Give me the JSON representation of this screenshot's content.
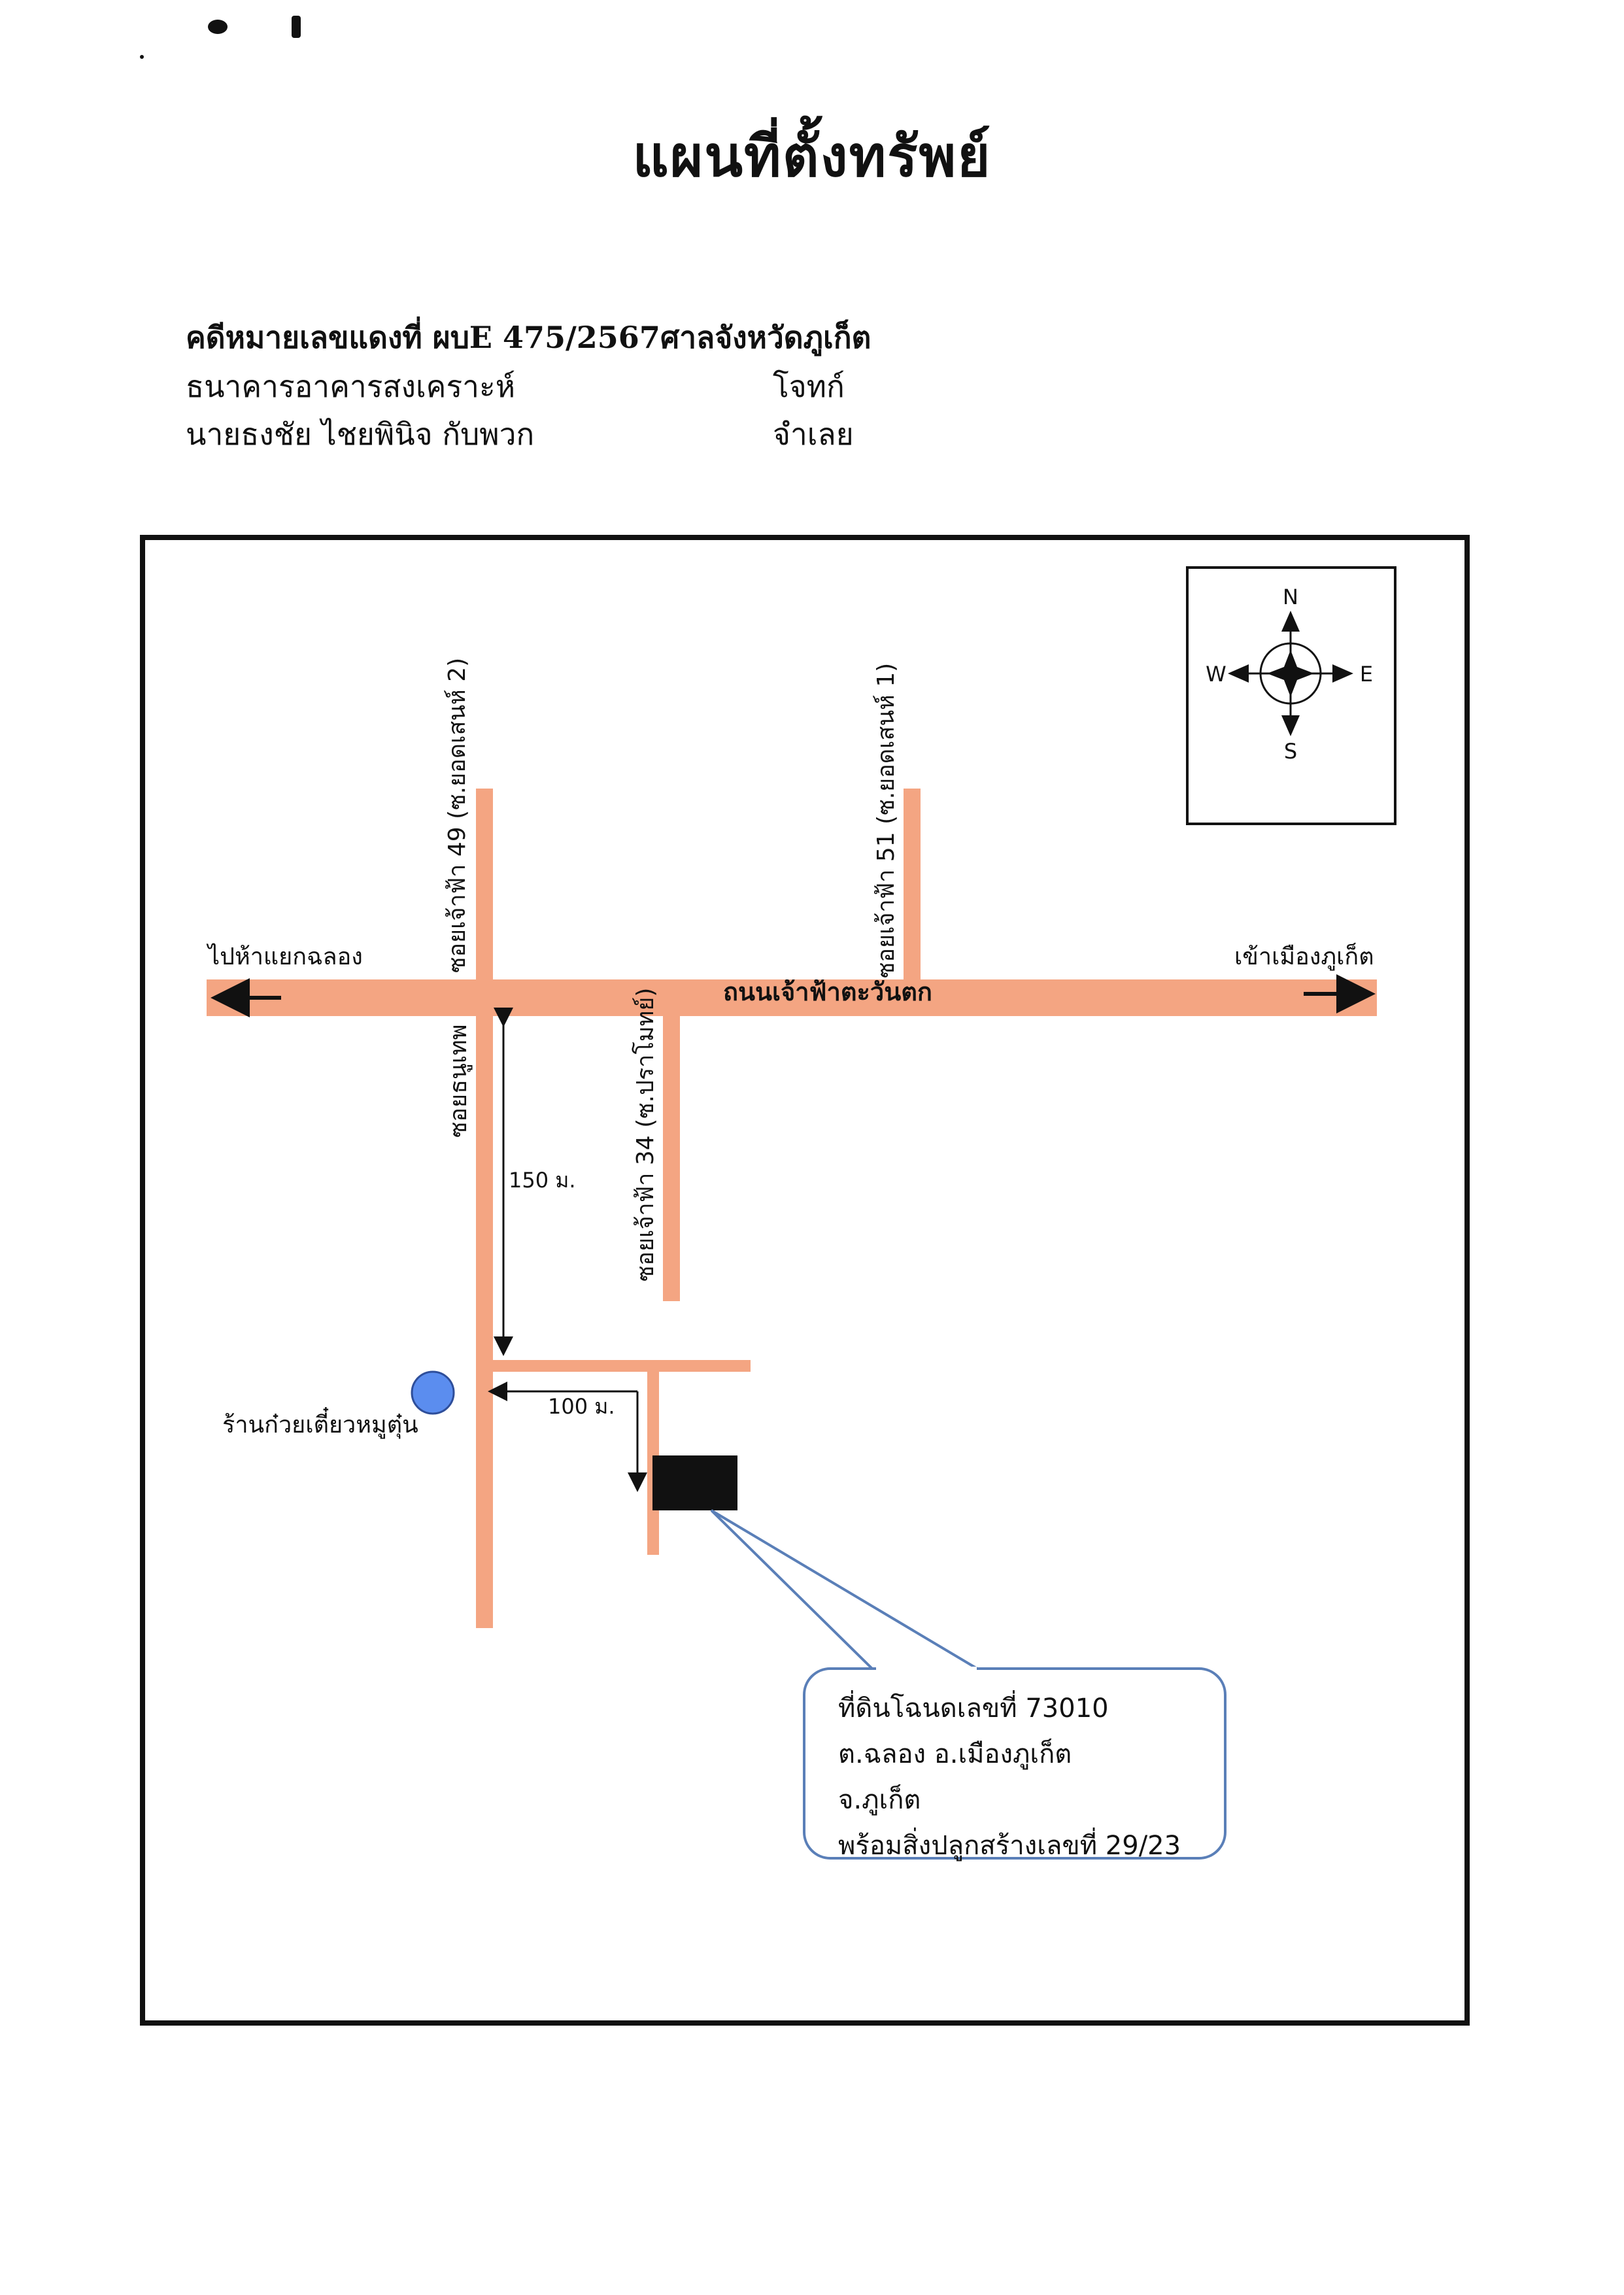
{
  "title": "แผนที่ตั้งทรัพย์",
  "case": {
    "case_number": "คดีหมายเลขแดงที่ ผบE 475/2567",
    "court": "ศาลจังหวัดภูเก็ต",
    "plaintiff": "ธนาคารอาคารสงเคราะห์",
    "plaintiff_role": "โจทก์",
    "defendant": "นายธงชัย ไชยพินิจ กับพวก",
    "defendant_role": "จำเลย"
  },
  "compass": {
    "n": "N",
    "s": "S",
    "e": "E",
    "w": "W"
  },
  "roads": {
    "main_road": "ถนนเจ้าฟ้าตะวันตก",
    "to_west": "ไปห้าแยกฉลอง",
    "to_east": "เข้าเมืองภูเก็ต",
    "soi_49": "ซอยเจ้าฟ้า 49 (ซ.ยอดเสนห์ 2)",
    "soi_51": "ซอยเจ้าฟ้า 51 (ซ.ยอดเสนห์ 1)",
    "soi_thep": "ซอยธนูเทพ",
    "soi_34": "ซอยเจ้าฟ้า 34 (ซ.ปราโมทย์)"
  },
  "distances": {
    "d150": "150 ม.",
    "d100": "100 ม."
  },
  "landmark": "ร้านก๋วยเตี๋ยวหมูตุ๋น",
  "callout": {
    "line1": "ที่ดินโฉนดเลขที่ 73010",
    "line2": "ต.ฉลอง อ.เมืองภูเก็ต",
    "line3": "จ.ภูเก็ต",
    "line4": "พร้อมสิ่งปลูกสร้างเลขที่ 29/23"
  },
  "colors": {
    "road": "#F4A582",
    "landmark": "#5B8DEF",
    "callout_border": "#5A7FB8",
    "property": "#111111"
  }
}
